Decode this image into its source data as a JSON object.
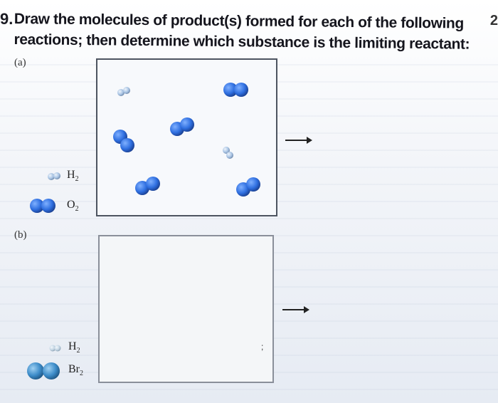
{
  "question": {
    "number": "9.",
    "text": "Draw the molecules of product(s) formed for each of the following reactions; then determine which substance is the limiting reactant:"
  },
  "page_edge_mark": "2",
  "parts": [
    {
      "label": "(a)",
      "key": [
        {
          "formula": "H",
          "subscript": "2",
          "color": "#b6cfe6"
        },
        {
          "formula": "O",
          "subscript": "2",
          "color": "#2f6fe0"
        }
      ]
    },
    {
      "label": "(b)",
      "key": [
        {
          "formula": "H",
          "subscript": "2",
          "color": "#c2d4e2"
        },
        {
          "formula": "Br",
          "subscript": "2",
          "color": "#3b86c6"
        }
      ]
    }
  ],
  "colors": {
    "oxygen": "#2f6fe0",
    "hydrogen_a": "#a9c4e4",
    "bromine": "#3d8cc9",
    "hydrogen_b": "#c4d6e4",
    "panel_border": "#4d5460"
  },
  "stray_marks": [
    ";"
  ]
}
